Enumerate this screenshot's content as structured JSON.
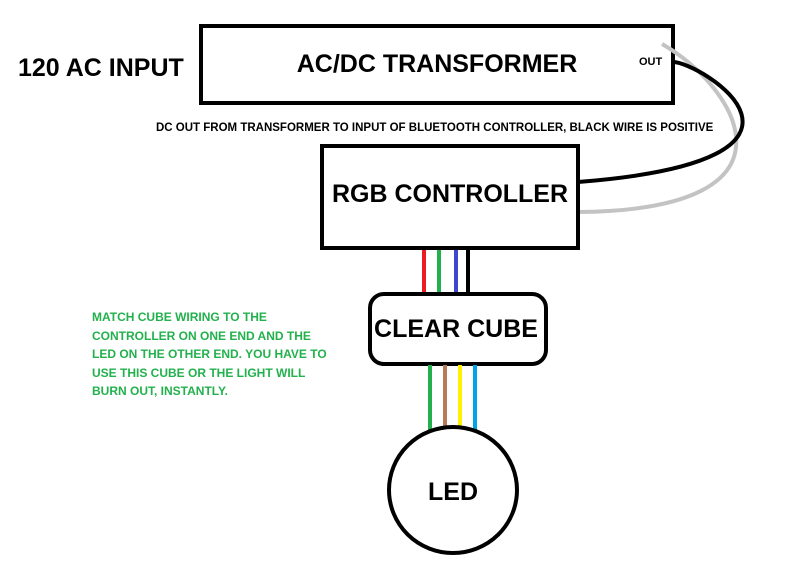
{
  "labels": {
    "input": "120 AC INPUT",
    "transformer": "AC/DC TRANSFORMER",
    "out": "OUT",
    "dc_note": "DC OUT FROM TRANSFORMER TO INPUT OF BLUETOOTH CONTROLLER, BLACK WIRE IS POSITIVE",
    "rgb_controller": "RGB CONTROLLER",
    "clear_cube": "CLEAR CUBE",
    "led": "LED",
    "match_note": "MATCH CUBE WIRING TO THE CONTROLLER ON ONE END AND THE LED ON THE OTHER END. YOU HAVE TO USE THIS CUBE OR THE LIGHT WILL BURN OUT, INSTANTLY."
  },
  "colors": {
    "outline": "#000000",
    "note_text": "#22b14c",
    "dc_positive_wire": "#000000",
    "dc_negative_wire": "#c3c3c3",
    "controller_wires": [
      "#ed1c24",
      "#22b14c",
      "#3f48cc",
      "#000000"
    ],
    "led_wires": [
      "#22b14c",
      "#b97a57",
      "#fff200",
      "#00a2e8"
    ]
  }
}
